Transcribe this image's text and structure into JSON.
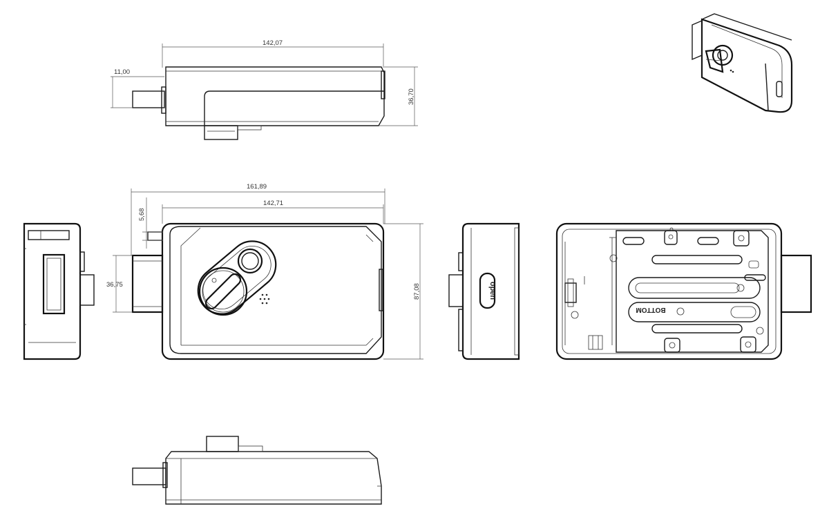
{
  "dimensions": {
    "top_width": "142,07",
    "top_bolt": "11,00",
    "top_height": "36,70",
    "front_overall": "161,89",
    "front_body": "142,71",
    "front_offset": "5,68",
    "front_bolt_height": "36,75",
    "front_height": "87,08"
  },
  "labels": {
    "open": "open",
    "bottom": "BOTTOM"
  },
  "colors": {
    "line": "#1a1a1a",
    "dimension": "#555555",
    "background": "#ffffff"
  }
}
